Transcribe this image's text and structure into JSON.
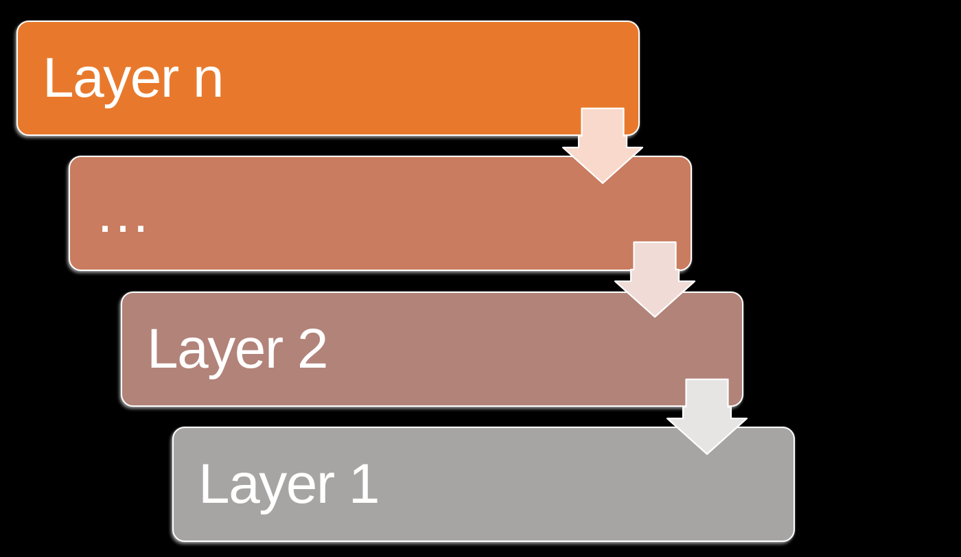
{
  "background_color": "#000000",
  "diagram": {
    "outline_color": "#FFFFFF",
    "text_color": "#FFFFFF",
    "layers": [
      {
        "label": "Layer n",
        "fill": "#E8792C"
      },
      {
        "label": "…",
        "fill": "#C97C5F"
      },
      {
        "label": "Layer 2",
        "fill": "#B28379"
      },
      {
        "label": "Layer 1",
        "fill": "#A7A5A4"
      }
    ],
    "arrows": [
      {
        "name": "arrow-layer-n-to-ellipsis",
        "fill": "#F8D9CB"
      },
      {
        "name": "arrow-ellipsis-to-layer-2",
        "fill": "#F1DBD6"
      },
      {
        "name": "arrow-layer-2-to-layer-1",
        "fill": "#E7E5E4"
      }
    ]
  }
}
